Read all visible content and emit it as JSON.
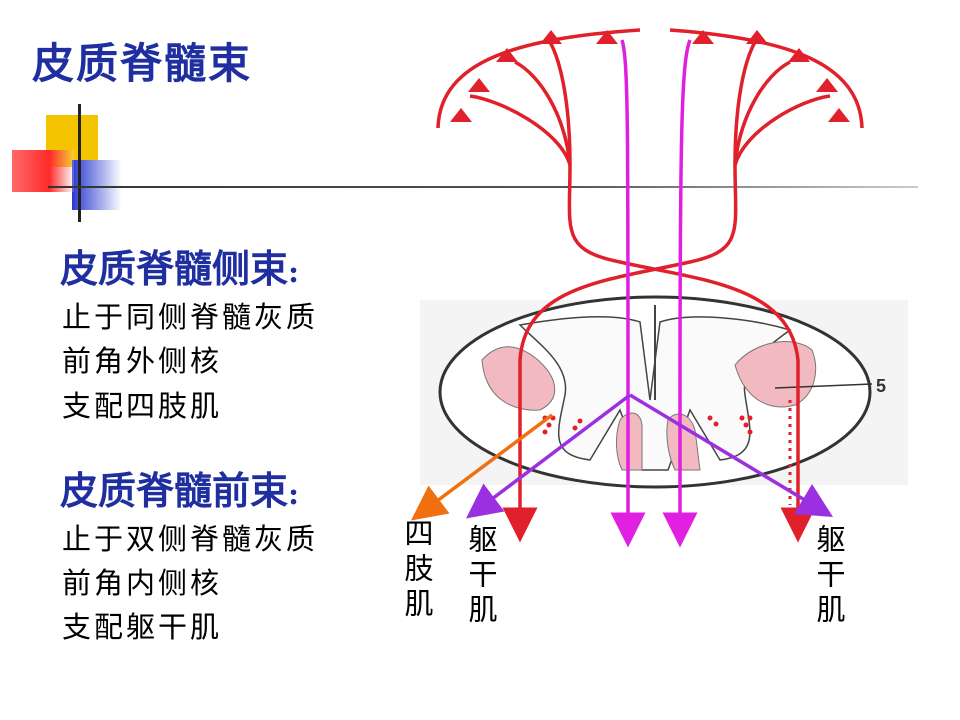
{
  "title": "皮质脊髓束",
  "lateral": {
    "heading": "皮质脊髓侧束",
    "colon": ":",
    "lines": [
      "止于同侧脊髓灰质",
      "前角外侧核",
      "支配四肢肌"
    ]
  },
  "anterior": {
    "heading": "皮质脊髓前束",
    "colon": ":",
    "lines": [
      "止于双侧脊髓灰质",
      "前角内侧核",
      "支配躯干肌"
    ]
  },
  "diagram_labels": {
    "limb_muscle": "四肢肌",
    "trunk_muscle_left": "躯干肌",
    "trunk_muscle_right": "躯干肌",
    "marker": "5"
  },
  "colors": {
    "title": "#1f2fa0",
    "lateral_tract": "#e0202a",
    "anterior_tract": "#e020e0",
    "limb_arrow": "#f07010",
    "trunk_arrow": "#9b30e0",
    "gray_matter_pink": "#f2b9c0"
  }
}
